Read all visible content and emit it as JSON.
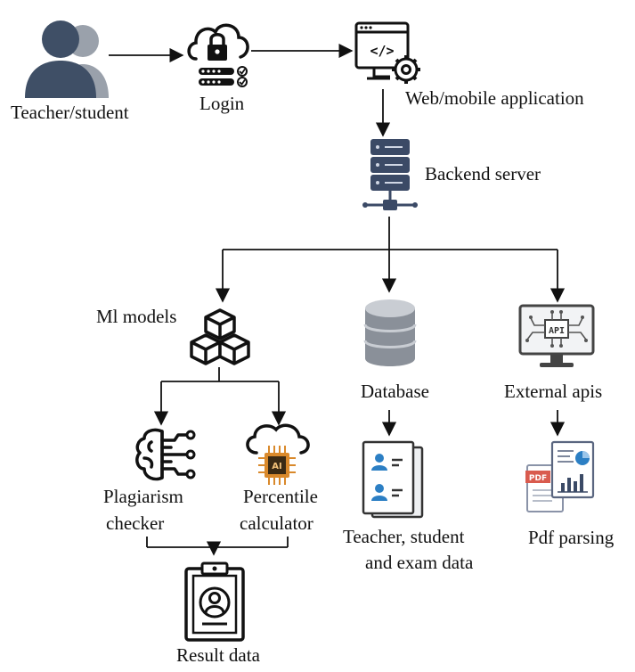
{
  "nodes": {
    "teacher_student": "Teacher/student",
    "login": "Login",
    "web_app": "Web/mobile application",
    "backend": "Backend server",
    "ml_models": "Ml models",
    "database": "Database",
    "external_apis": "External apis",
    "plagiarism_line1": "Plagiarism",
    "plagiarism_line2": "checker",
    "percentile_line1": "Percentile",
    "percentile_line2": "calculator",
    "data_line1": "Teacher, student",
    "data_line2": "and exam data",
    "pdf_parsing": "Pdf parsing",
    "result_data": "Result data"
  },
  "icon_text": {
    "code": "</>",
    "api": "API",
    "ai": "AI",
    "pdf": "PDF"
  },
  "colors": {
    "line": "#111111",
    "user_front": "#3f4f66",
    "user_back": "#9aa1ab",
    "server": "#3b4a66",
    "db_light": "#c9cdd3",
    "db_dark": "#8a9099",
    "doc_blue": "#2c7fc4",
    "chip_orange": "#d9892b"
  },
  "icons": [
    "users-icon",
    "cloud-lock-icon",
    "monitor-gear-icon",
    "server-rack-icon",
    "cubes-icon",
    "database-icon",
    "api-monitor-icon",
    "brain-circuit-icon",
    "cloud-ai-chip-icon",
    "id-documents-icon",
    "pdf-report-icon",
    "clipboard-profile-icon"
  ]
}
